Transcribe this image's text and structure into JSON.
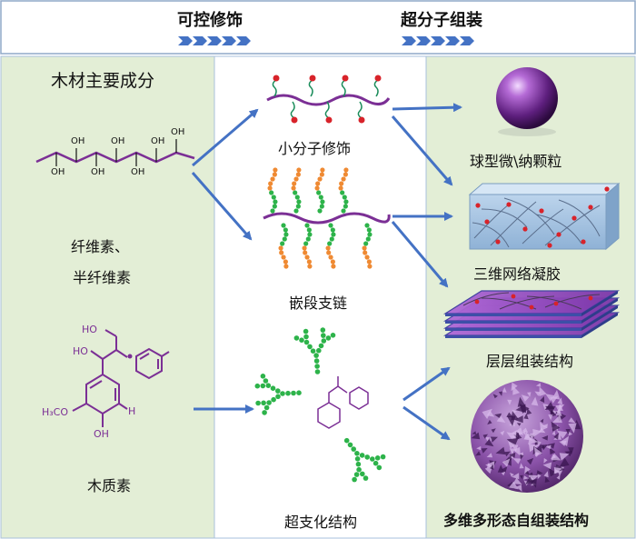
{
  "header": {
    "step1": "可控修饰",
    "step2": "超分子组装"
  },
  "left": {
    "title": "木材主要成分",
    "cellulose_line1": "纤维素、",
    "cellulose_line2": "半纤维素",
    "lignin": "木质素",
    "chem_oh": "OH",
    "chem_ho": "HO",
    "chem_h3co": "H₃CO",
    "chem_h": "H"
  },
  "middle": {
    "small_molecule": "小分子修饰",
    "block_chain": "嵌段支链",
    "hyperbranched": "超支化结构"
  },
  "right": {
    "sphere": "球型微\\纳颗粒",
    "gel": "三维网络凝胶",
    "layered": "层层组装结构",
    "multi": "多维多形态自组装结构"
  },
  "colors": {
    "panel_green": "#e3eed6",
    "purple": "#7b2f95",
    "arrow_blue": "#4472c4",
    "bead_green": "#2db34a",
    "bead_orange": "#ef8a33",
    "bead_red": "#d8232a"
  }
}
